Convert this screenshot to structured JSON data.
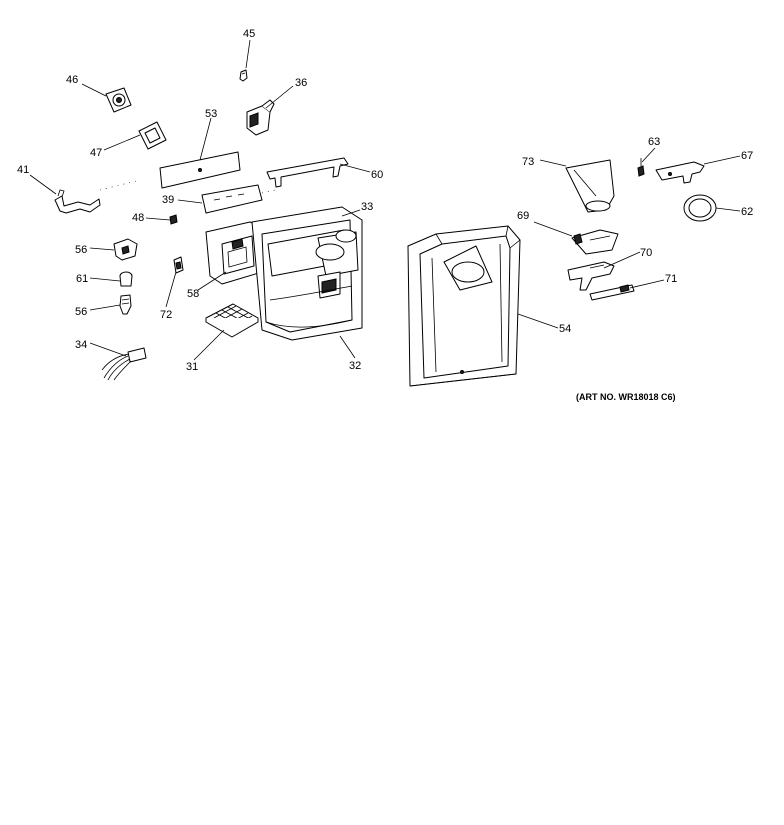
{
  "labels": [
    {
      "id": "45",
      "text": "45"
    },
    {
      "id": "46",
      "text": "46"
    },
    {
      "id": "36",
      "text": "36"
    },
    {
      "id": "53",
      "text": "53"
    },
    {
      "id": "47",
      "text": "47"
    },
    {
      "id": "41",
      "text": "41"
    },
    {
      "id": "60",
      "text": "60"
    },
    {
      "id": "39",
      "text": "39"
    },
    {
      "id": "33",
      "text": "33"
    },
    {
      "id": "48",
      "text": "48"
    },
    {
      "id": "56a",
      "text": "56"
    },
    {
      "id": "61",
      "text": "61"
    },
    {
      "id": "56b",
      "text": "56"
    },
    {
      "id": "34",
      "text": "34"
    },
    {
      "id": "72",
      "text": "72"
    },
    {
      "id": "58",
      "text": "58"
    },
    {
      "id": "31",
      "text": "31"
    },
    {
      "id": "32",
      "text": "32"
    },
    {
      "id": "73",
      "text": "73"
    },
    {
      "id": "63",
      "text": "63"
    },
    {
      "id": "67",
      "text": "67"
    },
    {
      "id": "62",
      "text": "62"
    },
    {
      "id": "69",
      "text": "69"
    },
    {
      "id": "70",
      "text": "70"
    },
    {
      "id": "71",
      "text": "71"
    },
    {
      "id": "54",
      "text": "54"
    }
  ],
  "art_number": "(ART NO. WR18018 C6)"
}
